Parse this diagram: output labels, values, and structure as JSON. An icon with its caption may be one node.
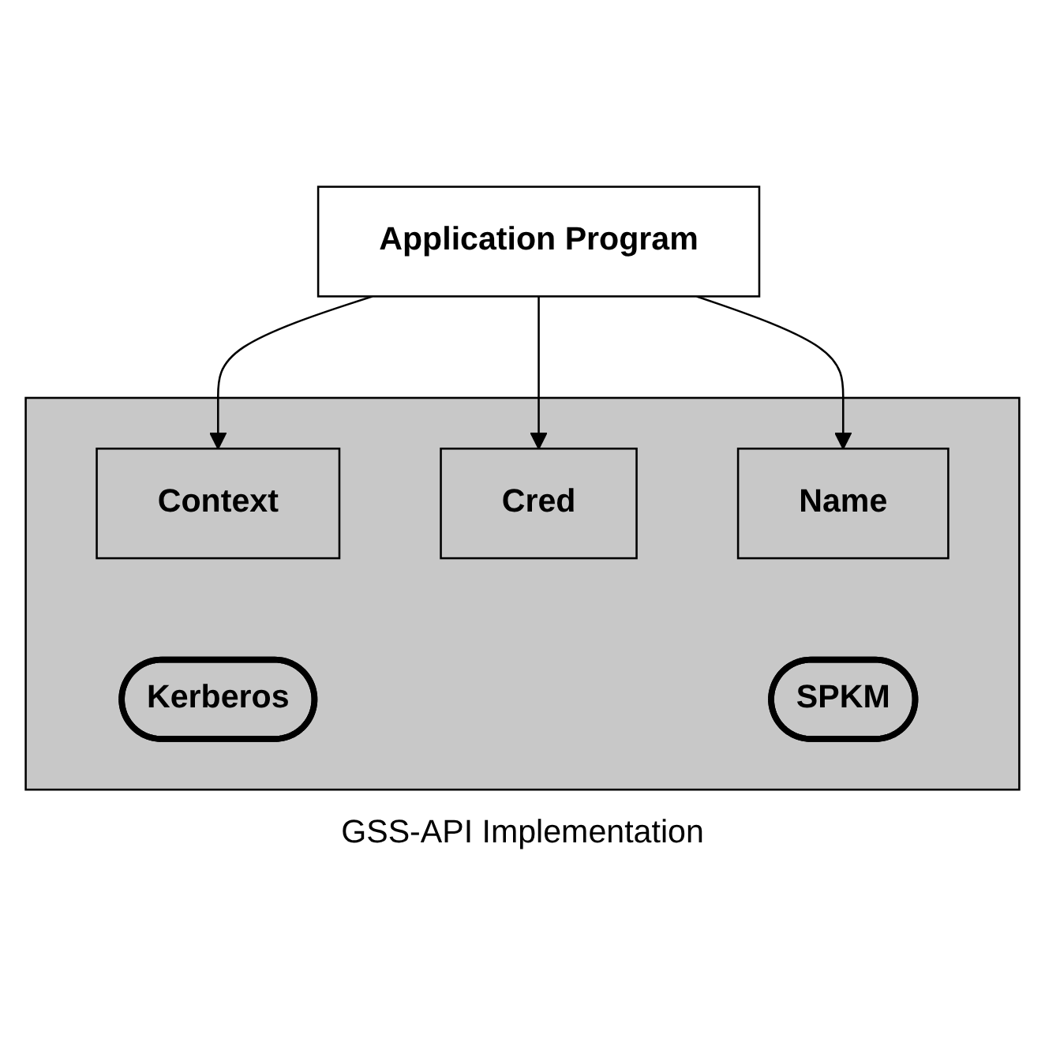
{
  "diagram": {
    "nodes": [
      {
        "text": [
          "Application Program"
        ]
      },
      {
        "text": [
          "GSS-API Implementation"
        ]
      },
      {
        "text": [
          "Context"
        ],
        "in": 1
      },
      {
        "text": [
          "Cred"
        ],
        "in": 1
      },
      {
        "text": [
          "Name"
        ],
        "in": 1
      },
      {
        "text": [
          "Kerberos"
        ],
        "in": 1
      },
      {
        "text": [
          "SPKM"
        ],
        "in": 1
      }
    ],
    "edges": [
      {
        "from": 0,
        "to": 2,
        "arrow": "to"
      },
      {
        "from": 0,
        "to": 3,
        "arrow": "to"
      },
      {
        "from": 0,
        "to": 4,
        "arrow": "to"
      }
    ]
  }
}
